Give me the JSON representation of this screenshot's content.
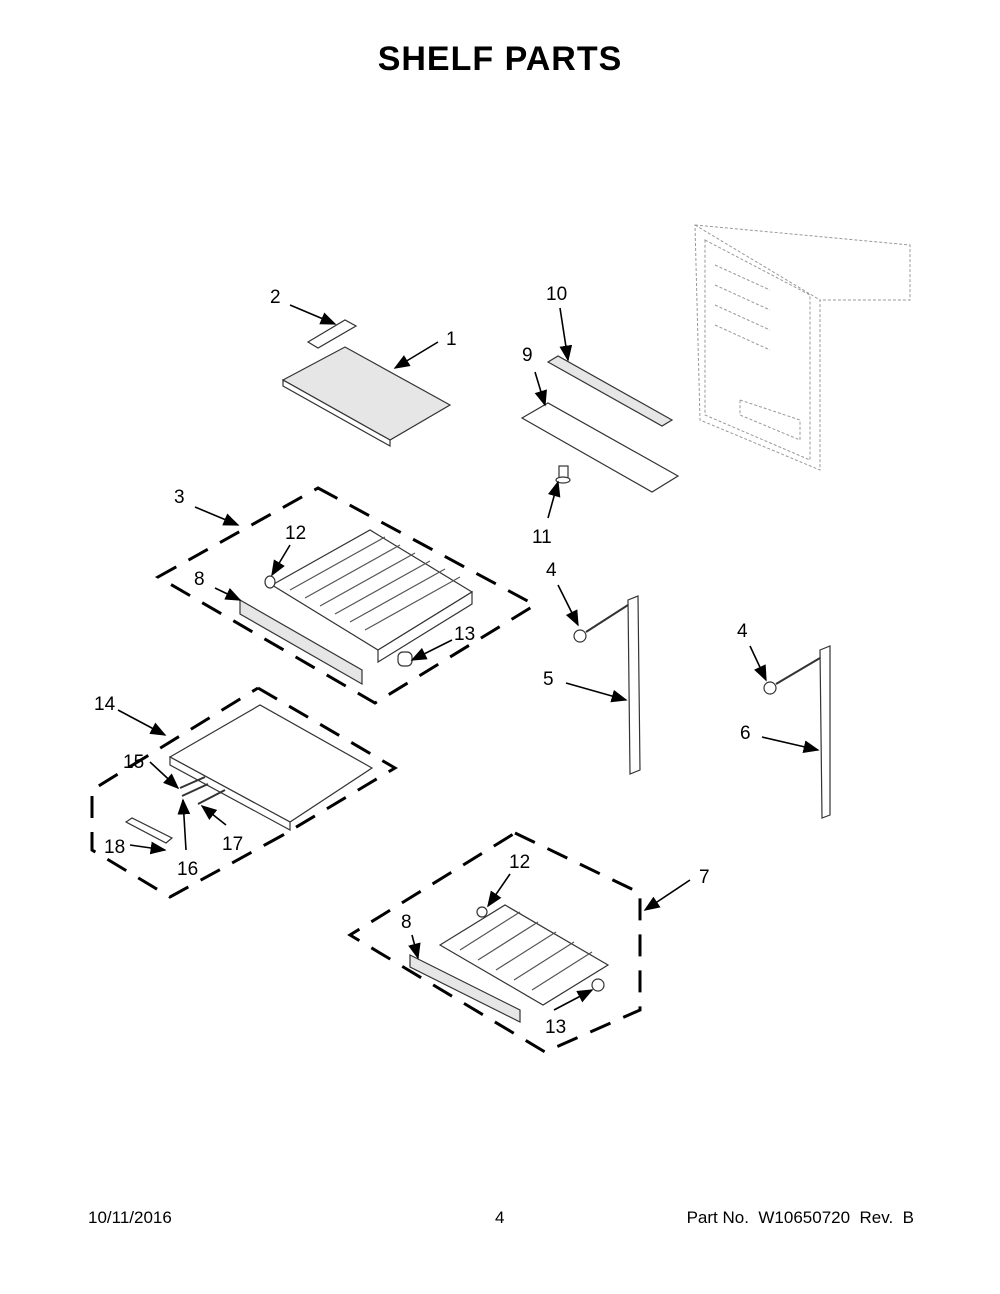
{
  "title": "SHELF PARTS",
  "footer": {
    "date": "10/11/2016",
    "page": "4",
    "part_no": "Part No.  W10650720  Rev.  B"
  },
  "callouts": {
    "c1": "1",
    "c2": "2",
    "c3": "3",
    "c4a": "4",
    "c4b": "4",
    "c5": "5",
    "c6": "6",
    "c7": "7",
    "c8a": "8",
    "c8b": "8",
    "c9": "9",
    "c10": "10",
    "c11": "11",
    "c12a": "12",
    "c12b": "12",
    "c13a": "13",
    "c13b": "13",
    "c14": "14",
    "c15": "15",
    "c16": "16",
    "c17": "17",
    "c18": "18"
  }
}
